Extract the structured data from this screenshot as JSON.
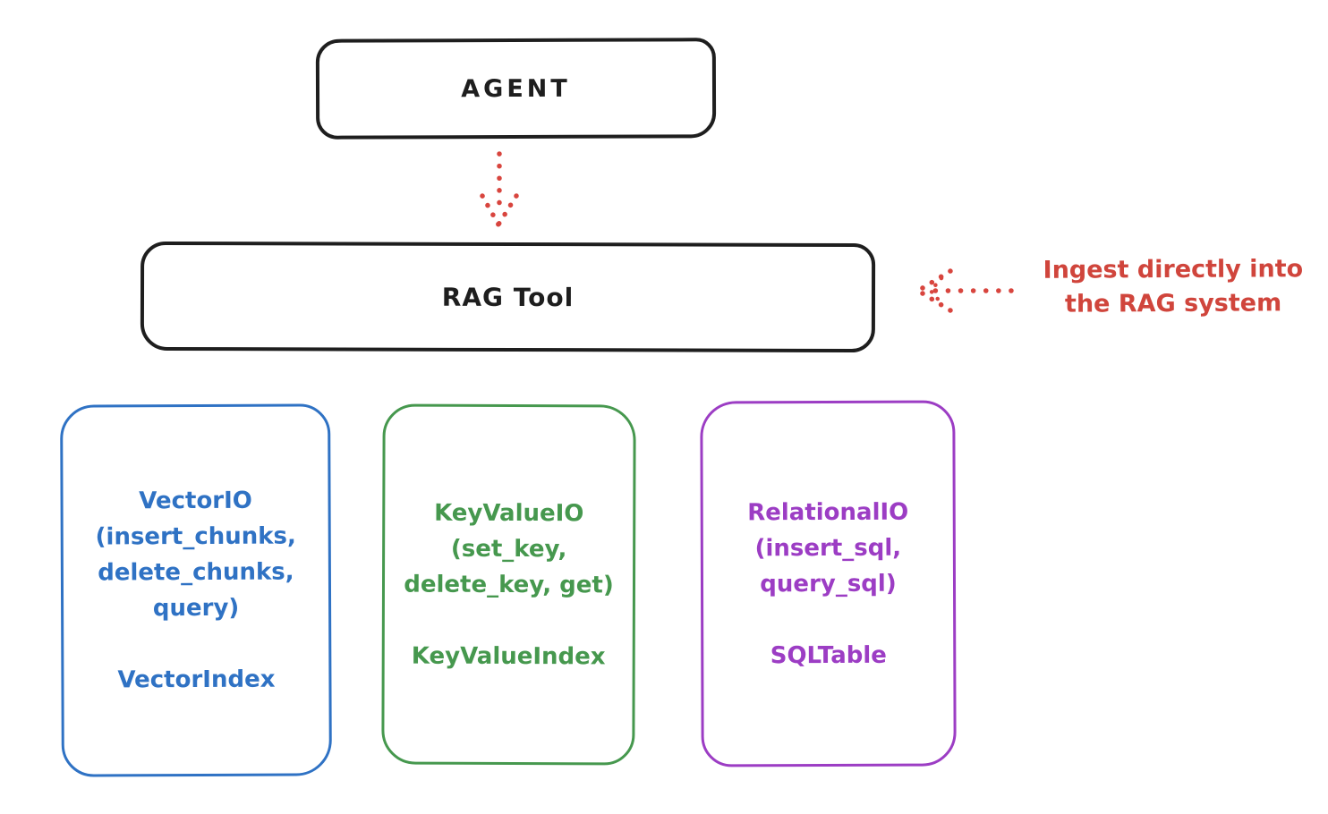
{
  "agent": {
    "label": "AGENT"
  },
  "rag_tool": {
    "label": "RAG Tool"
  },
  "annotation": {
    "line1": "Ingest directly into",
    "line2": "the RAG system"
  },
  "io_boxes": [
    {
      "name": "vector-io",
      "color": "#2f72c4",
      "lines": [
        "VectorIO",
        "(insert_chunks,",
        "delete_chunks,",
        "query)"
      ],
      "index_label": "VectorIndex"
    },
    {
      "name": "keyvalue-io",
      "color": "#46984e",
      "lines": [
        "KeyValueIO",
        "(set_key,",
        "delete_key, get)"
      ],
      "index_label": "KeyValueIndex"
    },
    {
      "name": "relational-io",
      "color": "#9c3dc4",
      "lines": [
        "RelationalIO",
        "(insert_sql,",
        "query_sql)"
      ],
      "index_label": "SQLTable"
    }
  ],
  "colors": {
    "stroke_black": "#1e1e1e",
    "arrow_red": "#d8453e",
    "annotation_red": "#d0453c",
    "vector_blue": "#2f72c4",
    "keyvalue_green": "#46984e",
    "relational_purple": "#9c3dc4",
    "background": "#ffffff"
  }
}
